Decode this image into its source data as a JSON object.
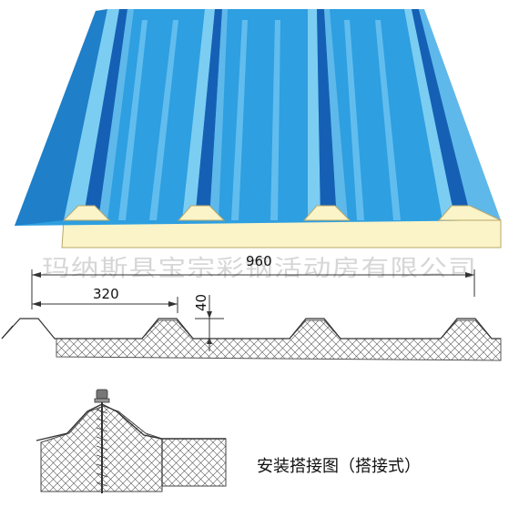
{
  "watermark": "玛纳斯县宝宗彩钢活动房有限公司",
  "dimensions": {
    "total_width": "960",
    "rib_spacing": "320",
    "rib_height": "40"
  },
  "caption": "安装搭接图（搭接式）",
  "colors": {
    "panel_blue": "#2e9fe0",
    "panel_light": "#7ccdf2",
    "panel_dark": "#1560b4",
    "foam_core": "#fbf4c8",
    "line": "#333333"
  }
}
